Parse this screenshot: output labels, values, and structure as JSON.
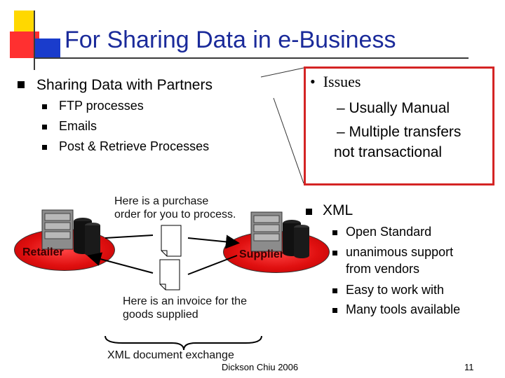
{
  "title": "For Sharing Data in e-Business",
  "main_bullet": "Sharing Data with Partners",
  "sub_bullets": [
    "FTP processes",
    "Emails",
    "Post & Retrieve Processes"
  ],
  "issues": {
    "heading": "Issues",
    "items": [
      "– Usually Manual",
      "– Multiple transfers",
      "not transactional"
    ]
  },
  "xml": {
    "heading": "XML",
    "items": [
      "Open Standard",
      "unanimous support",
      "from vendors",
      "Easy to work with",
      "Many tools available"
    ]
  },
  "diagram": {
    "purchase_caption": [
      "Here is a purchase",
      "order for you to process."
    ],
    "invoice_caption": [
      "Here is an invoice for the",
      "goods supplied"
    ],
    "retailer_label": "Retailer",
    "supplier_label": "Supplier",
    "exchange_label": "XML document exchange"
  },
  "footer": {
    "author": "Dickson Chiu 2006",
    "page_number": "11"
  },
  "colors": {
    "title": "#1a2a9a",
    "issue_border": "#d42424",
    "oval_red": "#e01010",
    "deco_yellow": "#ffd800",
    "deco_blue": "#1a3ccc"
  }
}
